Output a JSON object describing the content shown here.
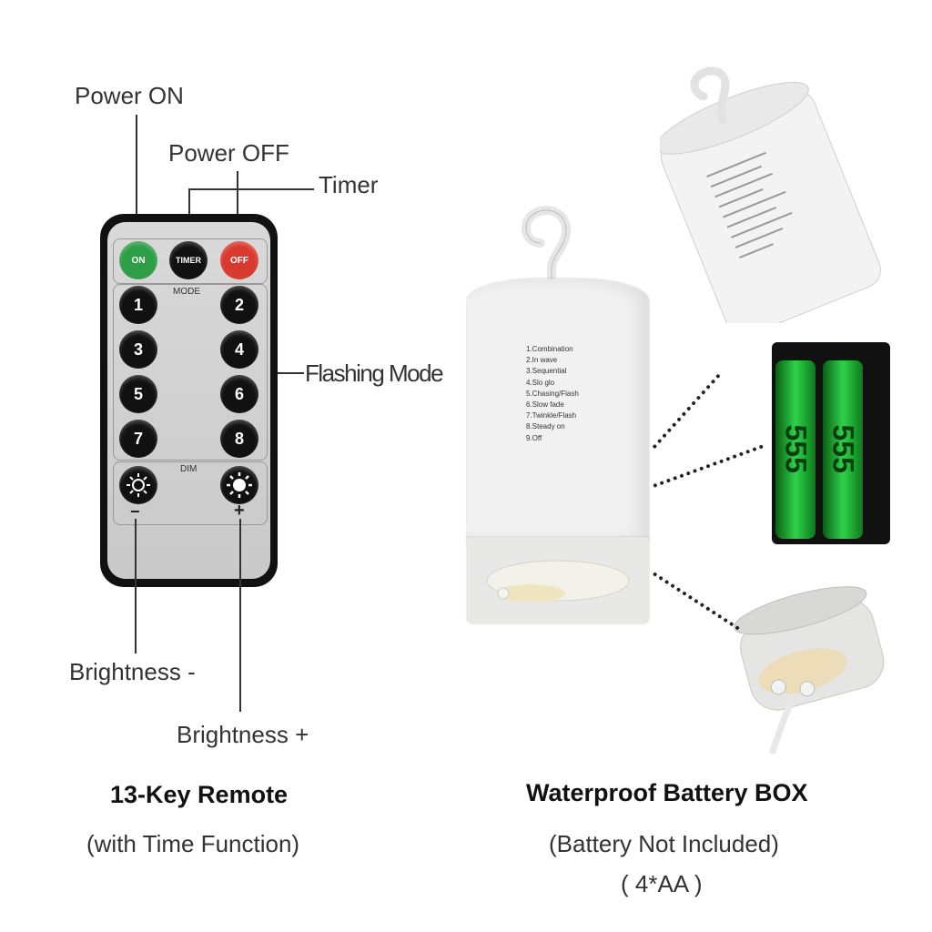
{
  "remote": {
    "labels": {
      "power_on": "Power ON",
      "power_off": "Power OFF",
      "timer": "Timer",
      "flashing_mode": "Flashing Mode",
      "brightness_minus": "Brightness -",
      "brightness_plus": "Brightness +"
    },
    "keys": {
      "on": "ON",
      "timer": "TIMER",
      "off": "OFF",
      "mode_label": "MODE",
      "dim_label": "DIM",
      "numbers": [
        "1",
        "2",
        "3",
        "4",
        "5",
        "6",
        "7",
        "8"
      ],
      "minus": "−",
      "plus": "+"
    },
    "caption_title": "13-Key Remote",
    "caption_sub": "(with Time Function)"
  },
  "battery_box": {
    "modes": [
      "1.Combination",
      "2.In wave",
      "3.Sequential",
      "4.Slo glo",
      "5.Chasing/Flash",
      "6.Slow fade",
      "7.Twinkle/Flash",
      "8.Steady on",
      "9.Off"
    ],
    "battery_brand": "555",
    "caption_title": "Waterproof Battery BOX",
    "caption_sub": "(Battery Not Included)",
    "caption_count": "( 4*AA )"
  },
  "colors": {
    "on_key": "#2e9e46",
    "off_key": "#d93a2f",
    "key": "#111111"
  }
}
